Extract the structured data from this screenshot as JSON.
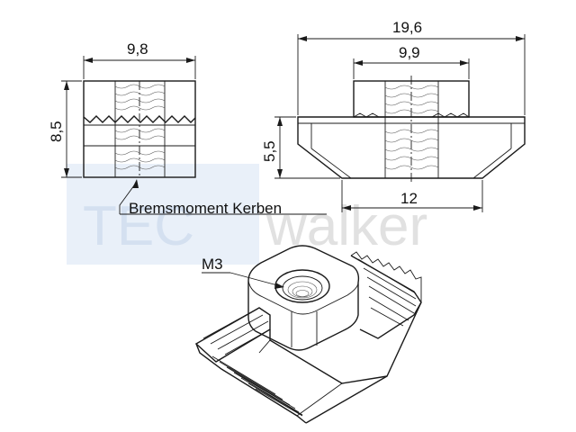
{
  "watermark": {
    "part1": "TEC",
    "part2": "walker",
    "color1": "#dbe6f4",
    "color2": "#e3e3e3"
  },
  "dimensions": {
    "front_width": "9,8",
    "front_height": "8,5",
    "side_overall_width": "19,6",
    "side_top_width": "9,9",
    "side_height": "5,5",
    "side_bottom_width": "12"
  },
  "labels": {
    "notches": "Bremsmoment Kerben",
    "thread": "M3"
  },
  "colors": {
    "line": "#1a1a1a",
    "background": "#ffffff"
  }
}
